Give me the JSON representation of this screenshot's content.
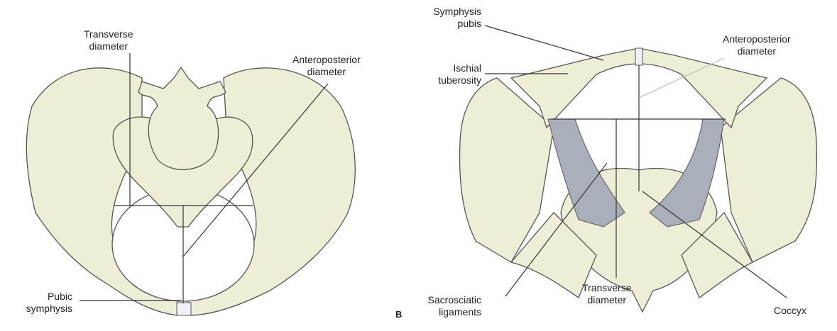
{
  "figure_a": {
    "labels": {
      "transverse_diameter": [
        "Transverse",
        "diameter"
      ],
      "anteroposterior_diameter": [
        "Anteroposterior",
        "diameter"
      ],
      "pubic_symphysis": [
        "Pubic",
        "symphysis"
      ]
    }
  },
  "figure_b": {
    "panel_letter": "B",
    "labels": {
      "symphysis_pubis": [
        "Symphysis",
        "pubis"
      ],
      "ischial_tuberosity": [
        "Ischial",
        "tuberosity"
      ],
      "anteroposterior_diameter": [
        "Anteroposterior",
        "diameter"
      ],
      "sacrosciatic_ligaments": [
        "Sacrosciatic",
        "ligaments"
      ],
      "transverse_diameter": [
        "Transverse",
        "diameter"
      ],
      "coccyx": "Coccyx"
    }
  }
}
